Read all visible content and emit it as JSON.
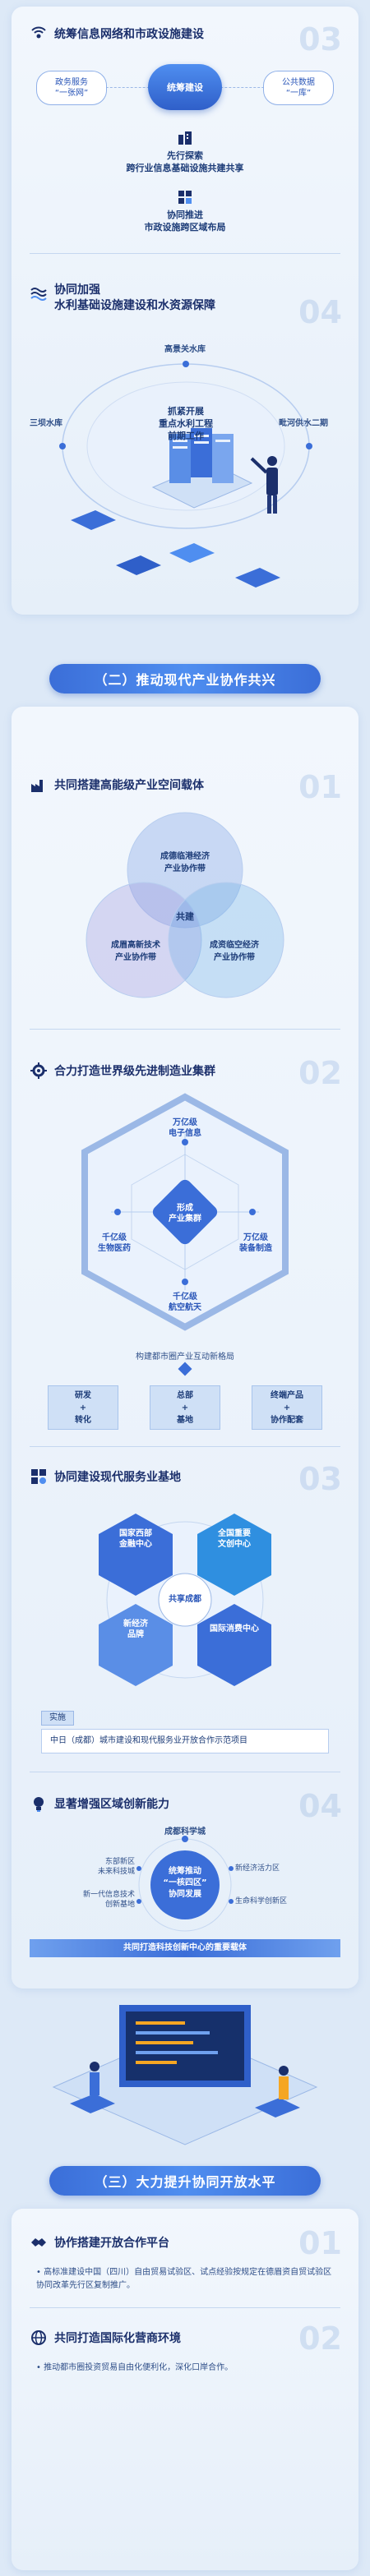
{
  "section1": {
    "num": "03",
    "title": "统筹信息网络和市政设施建设",
    "left_pill": "政务服务\n“一张网”",
    "center_pill": "统筹建设",
    "right_pill": "公共数据\n“一库”",
    "item1": "先行探索\n跨行业信息基础设施共建共享",
    "item2": "协同推进\n市政设施跨区域布局"
  },
  "section2": {
    "num": "04",
    "title": "协同加强\n水利基础设施建设和水资源保障",
    "top_label": "高景关水库",
    "left_label": "三坝水库",
    "right_label": "毗河供水二期",
    "center_text": "抓紧开展\n重点水利工程\n前期工作"
  },
  "banner2": "（二）推动现代产业协作共兴",
  "section3": {
    "num": "01",
    "title": "共同搭建高能级产业空间载体",
    "top_circle": "成德临港经济\n产业协作带",
    "left_circle": "成眉高新技术\n产业协作带",
    "right_circle": "成资临空经济\n产业协作带",
    "center": "共建"
  },
  "section4": {
    "num": "02",
    "title": "合力打造世界级先进制造业集群",
    "center": "形成\n产业集群",
    "top": "万亿级\n电子信息",
    "left": "千亿级\n生物医药",
    "right": "万亿级\n装备制造",
    "bottom": "千亿级\n航空航天",
    "caption": "构建都市圈产业互动新格局",
    "box1": "研发\n+\n转化",
    "box2": "总部\n+\n基地",
    "box3": "终端产品\n+\n协作配套"
  },
  "section5": {
    "num": "03",
    "title": "协同建设现代服务业基地",
    "center": "共享成都",
    "hex1": "国家西部\n金融中心",
    "hex2": "全国重要\n文创中心",
    "hex3": "新经济\n品牌",
    "hex4": "国际消费中心",
    "tag": "实施",
    "project": "中日（成都）城市建设和现代服务业开放合作示范项目"
  },
  "section6": {
    "num": "04",
    "title": "显著增强区域创新能力",
    "top_label": "成都科学城",
    "center": "统筹推动\n“一核四区”\n协同发展",
    "l1": "东部新区\n未来科技城",
    "l2": "新一代信息技术\n创新基地",
    "r1": "新经济活力区",
    "r2": "生命科学创新区",
    "bar": "共同打造科技创新中心的重要载体"
  },
  "banner3": "（三）大力提升协同开放水平",
  "section7": {
    "num": "01",
    "title": "协作搭建开放合作平台",
    "text": "• 高标准建设中国（四川）自由贸易试验区、试点经验按规定在德眉资自贸试验区协同改革先行区复制推广。"
  },
  "section8": {
    "num": "02",
    "title": "共同打造国际化营商环境",
    "text": "• 推动都市圈投资贸易自由化便利化，深化口岸合作。"
  },
  "colors": {
    "accent": "#3b6ed8",
    "dark": "#1b2f6b",
    "light": "#cfe0f6"
  }
}
